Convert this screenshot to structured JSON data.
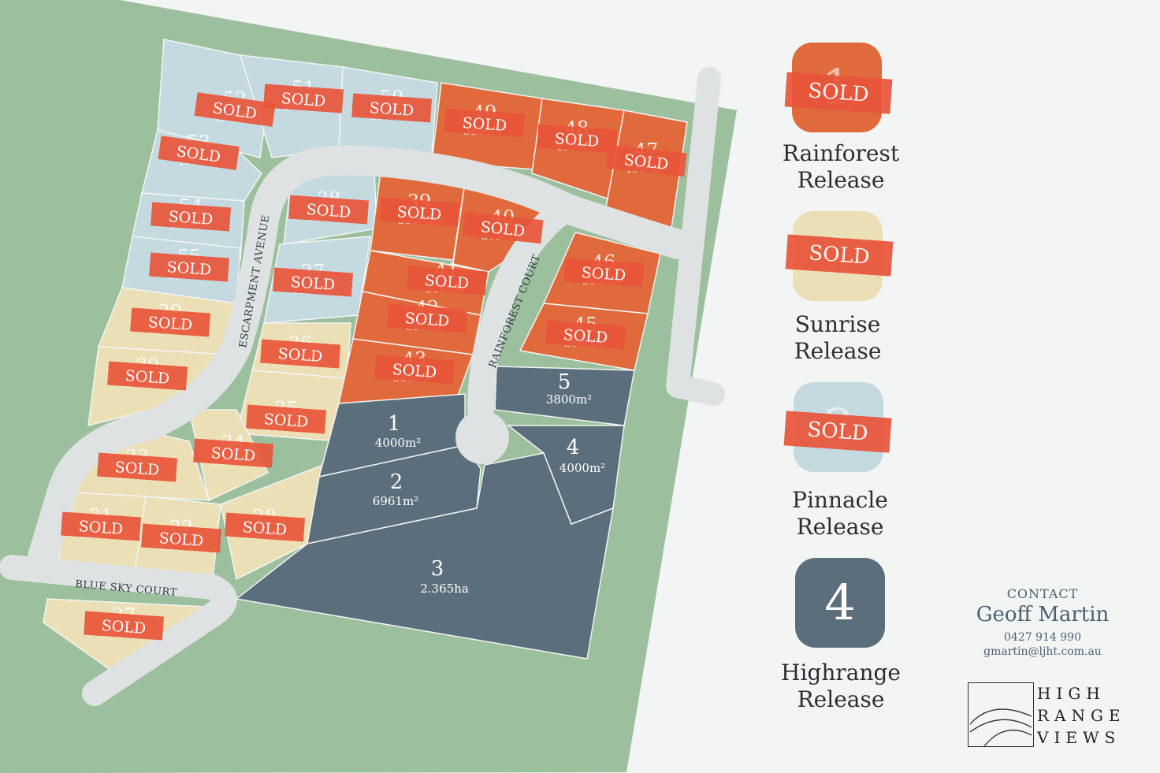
{
  "map": {
    "colors": {
      "background": "#f3f4f4",
      "green": "#9cbf9d",
      "road": "#dfe2e2",
      "rainforest": "#e06a3c",
      "sunrise": "#ebdfb6",
      "pinnacle": "#c4d9e0",
      "highrange": "#5b6e7b",
      "sold": "#e8553a"
    },
    "sold_label": "SOLD",
    "roads": {
      "escarpment": "ESCARPMENT AVENUE",
      "rainforest": "RAINFOREST COURT",
      "bluesky": "BLUE SKY COURT"
    },
    "highrange_lots": [
      {
        "number": "1",
        "area": "4000m²"
      },
      {
        "number": "2",
        "area": "6961m²"
      },
      {
        "number": "3",
        "area": "2.365ha"
      },
      {
        "number": "4",
        "area": "4000m²"
      },
      {
        "number": "5",
        "area": "3800m²"
      }
    ],
    "sold_lots": [
      {
        "number": "52",
        "area": "4997m²"
      },
      {
        "number": "51",
        "area": "4000m²"
      },
      {
        "number": "50",
        "area": "3998m²"
      },
      {
        "number": "49",
        "area": "3800m²"
      },
      {
        "number": "48",
        "area": "4000m²"
      },
      {
        "number": "47",
        "area": "4000m²"
      },
      {
        "number": "53",
        "area": "4000m²"
      },
      {
        "number": "54",
        "area": "3700m²"
      },
      {
        "number": "38",
        "area": "3968m²"
      },
      {
        "number": "39",
        "area": "3800m²"
      },
      {
        "number": "40",
        "area": "3738m²"
      },
      {
        "number": "55",
        "area": "3700m²"
      },
      {
        "number": "37",
        "area": "4000m²"
      },
      {
        "number": "41",
        "area": "3800m²"
      },
      {
        "number": "46",
        "area": "3800m²"
      },
      {
        "number": "42",
        "area": "3800m²"
      },
      {
        "number": "45",
        "area": "3800m²"
      },
      {
        "number": "29",
        "area": "3700m²"
      },
      {
        "number": "36",
        "area": "4000m²"
      },
      {
        "number": "30",
        "area": "3756m²"
      },
      {
        "number": "43",
        "area": "3838m²"
      },
      {
        "number": "35",
        "area": "4411m²"
      },
      {
        "number": "34",
        "area": "3597m²"
      },
      {
        "number": "33",
        "area": "3600m²"
      },
      {
        "number": "31",
        "area": "3500m²"
      },
      {
        "number": "32",
        "area": "3490m²"
      },
      {
        "number": "28",
        "area": "3685m²"
      },
      {
        "number": "27",
        "area": "3714m²"
      }
    ]
  },
  "legend": [
    {
      "number": "1",
      "label_line1": "Rainforest",
      "label_line2": "Release",
      "sold": "SOLD",
      "color": "#e06a3c"
    },
    {
      "number": "2",
      "label_line1": "Sunrise",
      "label_line2": "Release",
      "sold": "SOLD",
      "color": "#ebdfb6"
    },
    {
      "number": "3",
      "label_line1": "Pinnacle",
      "label_line2": "Release",
      "sold": "SOLD",
      "color": "#c4d9e0"
    },
    {
      "number": "4",
      "label_line1": "Highrange",
      "label_line2": "Release",
      "color": "#5b6e7b"
    }
  ],
  "contact": {
    "title": "CONTACT",
    "name": "Geoff Martin",
    "phone": "0427 914 990",
    "email": "gmartin@ljht.com.au"
  },
  "brand": {
    "line1": "HIGH",
    "line2": "RANGE",
    "line3": "VIEWS"
  }
}
